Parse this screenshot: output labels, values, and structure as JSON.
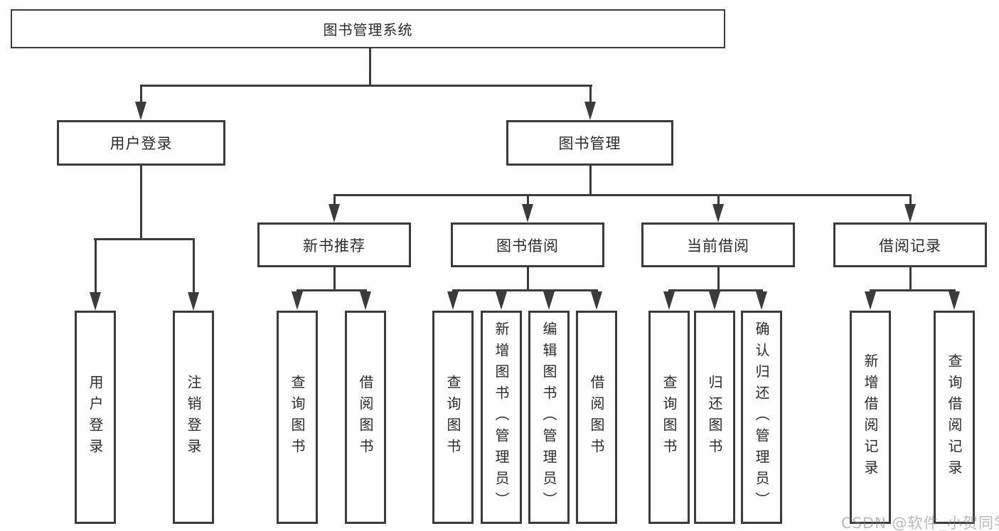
{
  "nodes": {
    "root": {
      "label": "图书管理系统"
    },
    "user_login": {
      "label": "用户登录"
    },
    "book_mgmt": {
      "label": "图书管理"
    },
    "new_book_rec": {
      "label": "新书推荐"
    },
    "book_borrow": {
      "label": "图书借阅"
    },
    "current_borrow": {
      "label": "当前借阅"
    },
    "borrow_record": {
      "label": "借阅记录"
    },
    "leaf_user_login": {
      "label": "用户登录"
    },
    "leaf_logout": {
      "label": "注销登录"
    },
    "leaf_query_book_1": {
      "label": "查询图书"
    },
    "leaf_borrow_book_1": {
      "label": "借阅图书"
    },
    "leaf_query_book_2": {
      "label": "查询图书"
    },
    "leaf_add_book": {
      "label": "新增图书（管理员）"
    },
    "leaf_edit_book": {
      "label": "编辑图书（管理员）"
    },
    "leaf_borrow_book_2": {
      "label": "借阅图书"
    },
    "leaf_query_book_3": {
      "label": "查询图书"
    },
    "leaf_return_book": {
      "label": "归还图书"
    },
    "leaf_confirm_return": {
      "label": "确认归还（管理员）"
    },
    "leaf_add_record": {
      "label": "新增借阅记录"
    },
    "leaf_query_record": {
      "label": "查询借阅记录"
    }
  },
  "watermark": {
    "text": "CSDN @软件_小贺同学"
  },
  "icons": {
    "arrow_down": "css-triangle-down"
  },
  "colors": {
    "line": "#3b3b3b",
    "box_border": "#3b3b3b",
    "text": "#2b2b2b",
    "watermark": "#b9b9b9",
    "background": "#ffffff"
  }
}
